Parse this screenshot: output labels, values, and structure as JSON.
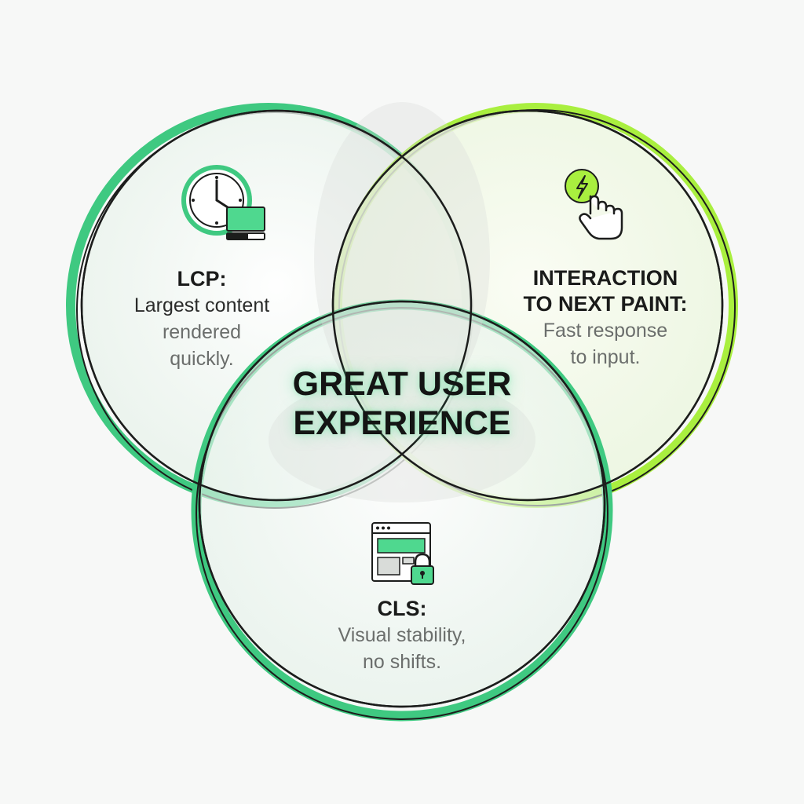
{
  "colors": {
    "background": "#f7f8f7",
    "lcp_ring": "#3fc981",
    "inp_ring": "#a9ef3f",
    "cls_ring": "#3fc981",
    "ring_outline": "#1c1d1c",
    "icon_accent": "#4fd88f"
  },
  "center": {
    "title_line1": "GREAT USER",
    "title_line2": "EXPERIENCE"
  },
  "lcp": {
    "icon": "clock-with-monitor-icon",
    "heading": "LCP:",
    "line1": "Largest content",
    "line2": "rendered",
    "line3": "quickly."
  },
  "inp": {
    "icon": "lightning-tap-hand-icon",
    "heading_line1": "INTERACTION",
    "heading_line2": "TO NEXT PAINT:",
    "line1": "Fast response",
    "line2": "to input."
  },
  "cls": {
    "icon": "browser-window-lock-icon",
    "heading": "CLS:",
    "line1": "Visual stability,",
    "line2": "no shifts."
  }
}
